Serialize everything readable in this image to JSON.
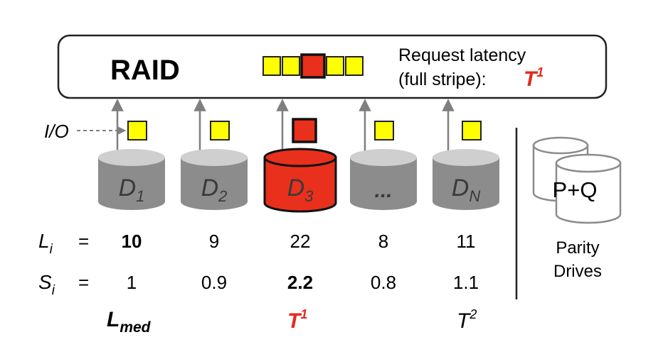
{
  "raid": {
    "title": "RAID",
    "latency_line1": "Request latency",
    "latency_line2": "(full stripe):",
    "latency_symbol": "T",
    "latency_sup": "1"
  },
  "io_label": "I/O",
  "drives": [
    {
      "base": "D",
      "sub": "1",
      "style": "normal"
    },
    {
      "base": "D",
      "sub": "2",
      "style": "normal"
    },
    {
      "base": "D",
      "sub": "3",
      "style": "slow"
    },
    {
      "base": "...",
      "sub": "",
      "style": "normal"
    },
    {
      "base": "D",
      "sub": "N",
      "style": "normal"
    }
  ],
  "row_L": {
    "symbol": "L",
    "sub": "i",
    "eq": "=",
    "values": [
      "10",
      "9",
      "22",
      "8",
      "11"
    ]
  },
  "row_S": {
    "symbol": "S",
    "sub": "i",
    "eq": "=",
    "values": [
      "1",
      "0.9",
      "2.2",
      "0.8",
      "1.1"
    ]
  },
  "bottom": {
    "lmed": {
      "base": "L",
      "sub": "med"
    },
    "t1": {
      "base": "T",
      "sup": "1"
    },
    "t2": {
      "base": "T",
      "sup": "2"
    }
  },
  "parity": {
    "drive_label": "P+Q",
    "caption_line1": "Parity",
    "caption_line2": "Drives"
  },
  "colors": {
    "highlight_red": "#e8301c",
    "text_red": "#e32b1f",
    "chunk_yellow": "#ffff00",
    "drive_gray": "#8c8c8c",
    "drive_top": "#cfcfcf"
  }
}
